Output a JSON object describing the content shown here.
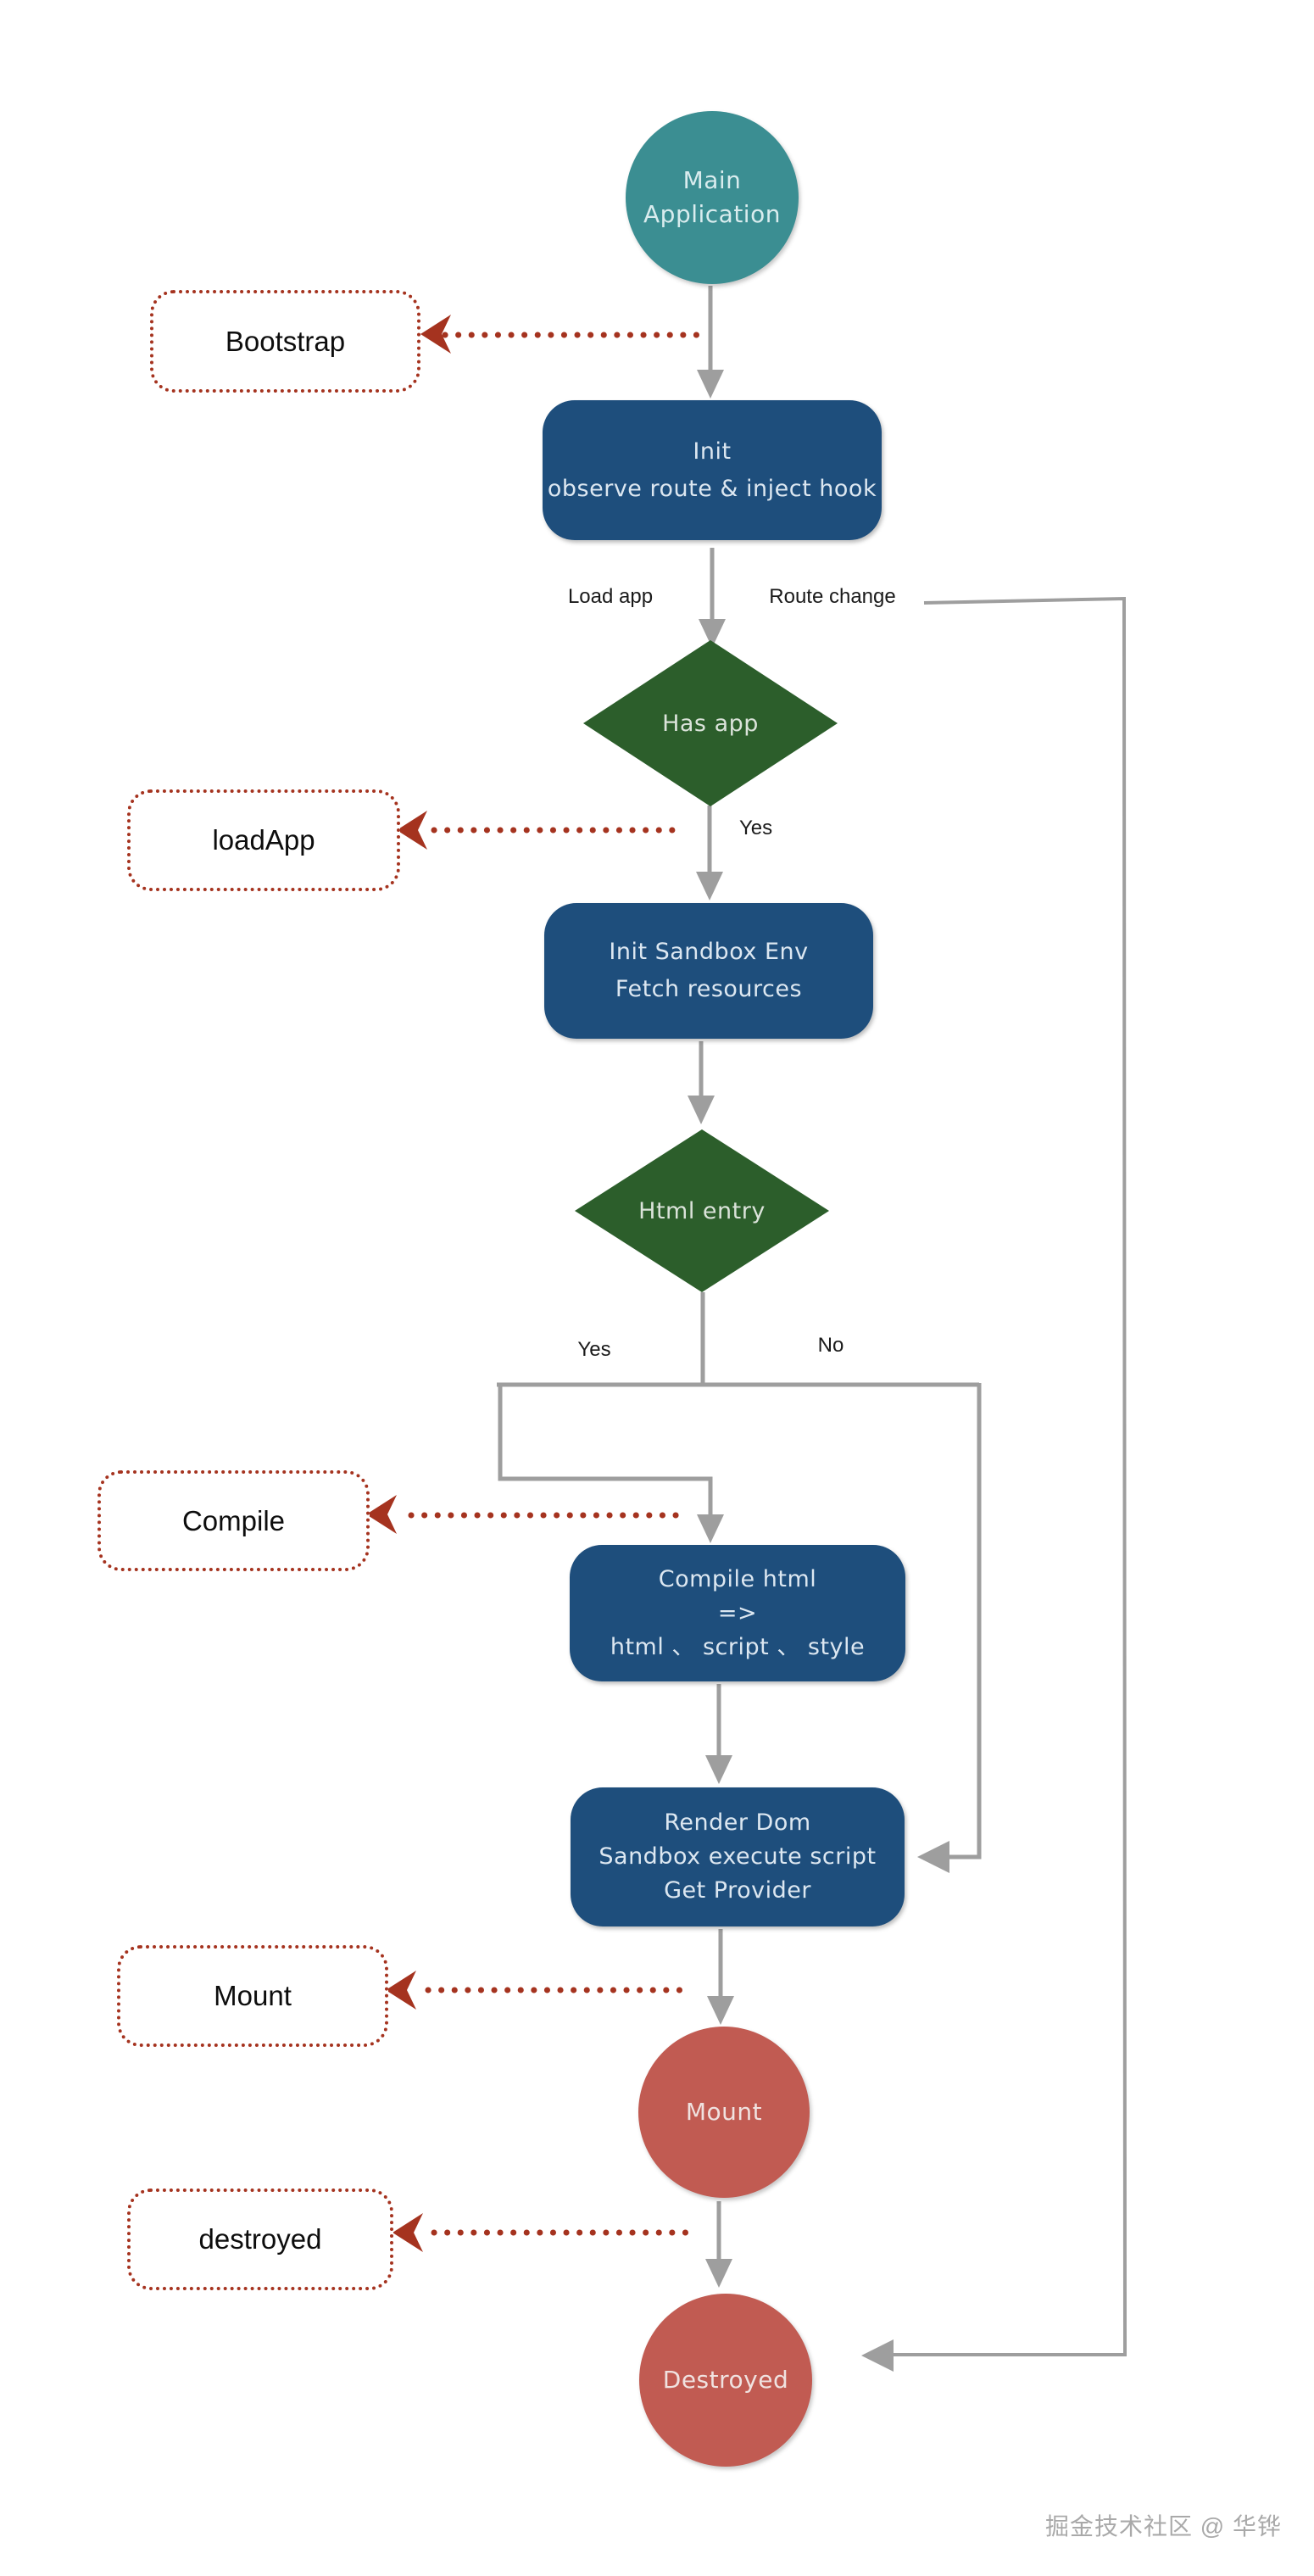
{
  "diagram": {
    "watermark": "掘金技术社区 @ 华铧"
  },
  "colors": {
    "start-fill": "#3b8e92",
    "process-fill": "#1e4e7c",
    "decision-fill": "#2c5e2b",
    "end-fill": "#c15b52",
    "hook-accent": "#a5331f",
    "connector": "#9e9e9e",
    "label-text": "#1a1a1a"
  },
  "nodes": {
    "main_application": {
      "lines": [
        "Main",
        "Application"
      ]
    },
    "init": {
      "lines": [
        "Init",
        "observe route & inject hook"
      ]
    },
    "has_app": {
      "lines": [
        "Has app"
      ]
    },
    "init_sandbox": {
      "lines": [
        "Init Sandbox Env",
        "Fetch resources"
      ]
    },
    "html_entry": {
      "lines": [
        "Html entry"
      ]
    },
    "compile_html": {
      "lines": [
        "Compile html",
        "=>",
        "html 、 script 、 style"
      ]
    },
    "render_dom": {
      "lines": [
        "Render Dom",
        "Sandbox execute script",
        "Get Provider"
      ]
    },
    "mount": {
      "lines": [
        "Mount"
      ]
    },
    "destroyed": {
      "lines": [
        "Destroyed"
      ]
    }
  },
  "hooks": {
    "bootstrap": {
      "label": "Bootstrap"
    },
    "load_app": {
      "label": "loadApp"
    },
    "compile": {
      "label": "Compile"
    },
    "mount": {
      "label": "Mount"
    },
    "destroyed": {
      "label": "destroyed"
    }
  },
  "edge_labels": {
    "load_app": "Load app",
    "route_change": "Route change",
    "has_app_yes": "Yes",
    "html_entry_yes": "Yes",
    "html_entry_no": "No"
  }
}
